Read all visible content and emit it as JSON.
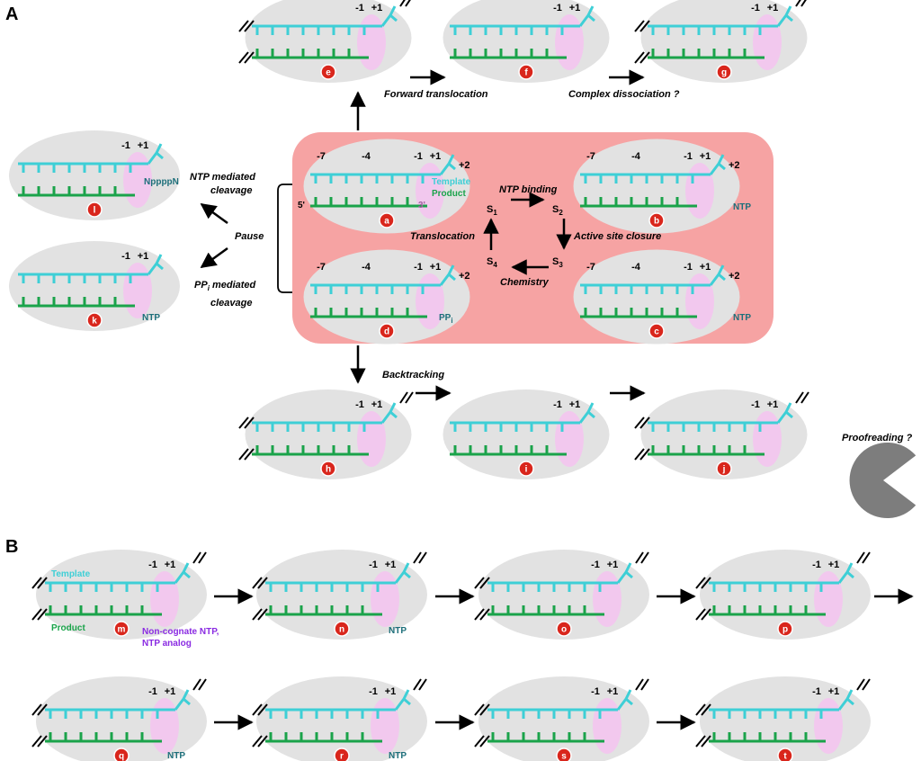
{
  "panels": {
    "a": "A",
    "b": "B"
  },
  "colors": {
    "template": "#3ecfd6",
    "product": "#1aa34a",
    "ntp": "#1d6f7a",
    "noncognate": "#8a2be2",
    "hub": "#f6a3a3",
    "ellipse": "#e2e2e2",
    "site": "#f2c8ee",
    "badge": "#d9261c"
  },
  "positions": {
    "m7": "-7",
    "m4": "-4",
    "m1": "-1",
    "p1": "+1",
    "p2": "+2"
  },
  "states": [
    {
      "id": "a",
      "badge": "a"
    },
    {
      "id": "b",
      "badge": "b"
    },
    {
      "id": "c",
      "badge": "c"
    },
    {
      "id": "d",
      "badge": "d"
    },
    {
      "id": "e",
      "badge": "e"
    },
    {
      "id": "f",
      "badge": "f"
    },
    {
      "id": "g",
      "badge": "g"
    },
    {
      "id": "h",
      "badge": "h"
    },
    {
      "id": "i",
      "badge": "i"
    },
    {
      "id": "j",
      "badge": "j"
    },
    {
      "id": "k",
      "badge": "k"
    },
    {
      "id": "l",
      "badge": "l"
    },
    {
      "id": "m",
      "badge": "m"
    },
    {
      "id": "n",
      "badge": "n"
    },
    {
      "id": "o",
      "badge": "o"
    },
    {
      "id": "p",
      "badge": "p"
    },
    {
      "id": "q",
      "badge": "q"
    },
    {
      "id": "r",
      "badge": "r"
    },
    {
      "id": "s",
      "badge": "s"
    },
    {
      "id": "t",
      "badge": "t"
    }
  ],
  "labels": {
    "forward": "Forward translocation",
    "dissociation": "Complex dissociation ?",
    "backtracking": "Backtracking",
    "proofreading": "Proofreading ?",
    "ntp_cleavage_1": "NTP mediated",
    "ntp_cleavage_2": "cleavage",
    "pause": "Pause",
    "ppi_cleavage_1": "PP",
    "ppi_sub": "i",
    "ppi_cleavage_2": " mediated",
    "ppi_cleavage_3": "cleavage",
    "ntp_binding": "NTP binding",
    "active_site": "Active site closure",
    "chemistry": "Chemistry",
    "translocation": "Translocation",
    "template": "Template",
    "product": "Product",
    "five_prime": "5'",
    "three_prime": "3'",
    "ntp": "NTP",
    "ppi": "PP",
    "npppn": "NppppN",
    "noncognate_1": "Non-cognate NTP,",
    "noncognate_2": "NTP analog"
  },
  "cycle": [
    "S1",
    "S2",
    "S3",
    "S4"
  ],
  "cycle_subs": [
    "1",
    "2",
    "3",
    "4"
  ]
}
